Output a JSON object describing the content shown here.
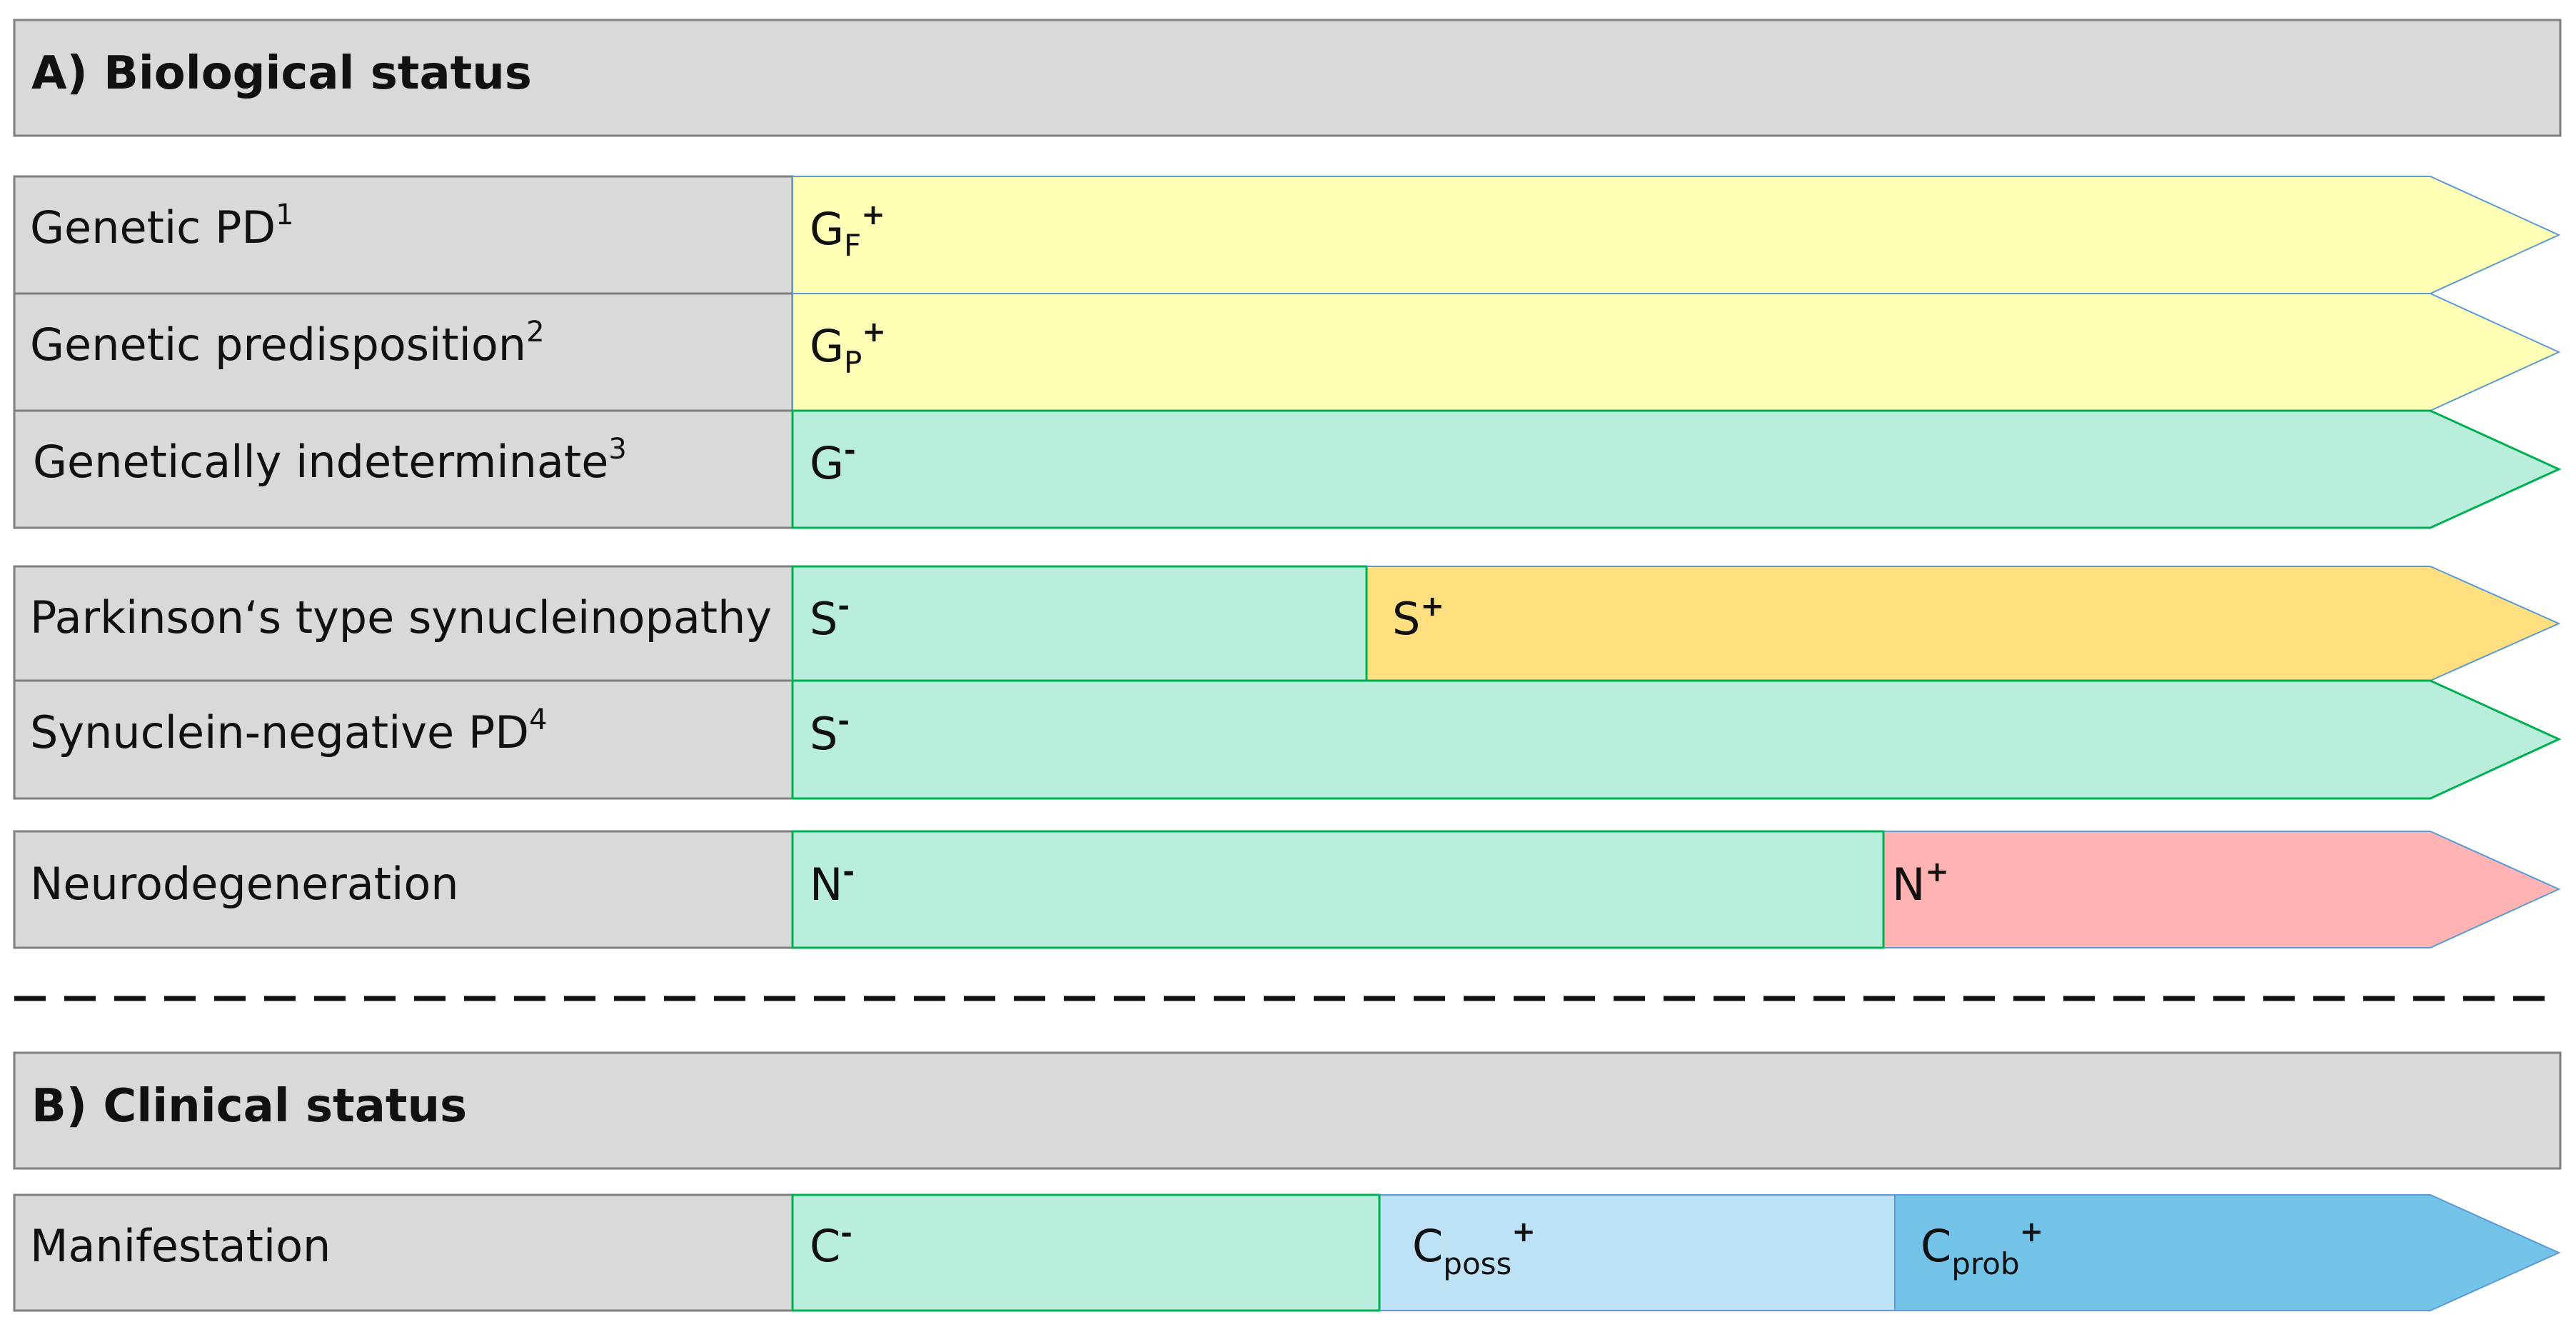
{
  "sections": {
    "a_title": "A) Biological status",
    "b_title": "B) Clinical status"
  },
  "rows": {
    "genetic_pd": {
      "label": "Genetic PD",
      "label_sup": "1",
      "segments": [
        {
          "base": "G",
          "sub": "F",
          "sup": "+",
          "color": "#ffffb5"
        }
      ]
    },
    "genetic_predisposition": {
      "label": "Genetic predisposition",
      "label_sup": "2",
      "segments": [
        {
          "base": "G",
          "sub": "P",
          "sup": "+",
          "color": "#ffffb5"
        }
      ]
    },
    "genetically_indeterminate": {
      "label": "Genetically indeterminate",
      "label_sup": "3",
      "segments": [
        {
          "base": "G",
          "sup": "-",
          "color": "#b8eedb"
        }
      ]
    },
    "parkinsons_synucleinopathy": {
      "label": "Parkinson‘s type synucleinopathy",
      "segments": [
        {
          "base": "S",
          "sup": "-",
          "color": "#b8eedb"
        },
        {
          "base": "S",
          "sup": "+",
          "color": "#ffdf80"
        }
      ]
    },
    "synuclein_negative_pd": {
      "label": "Synuclein-negative PD",
      "label_sup": "4",
      "segments": [
        {
          "base": "S",
          "sup": "-",
          "color": "#b8eedb"
        }
      ]
    },
    "neurodegeneration": {
      "label": "Neurodegeneration",
      "segments": [
        {
          "base": "N",
          "sup": "-",
          "color": "#b8eedb"
        },
        {
          "base": "N",
          "sup": "+",
          "color": "#ffb3b3"
        }
      ]
    },
    "manifestation": {
      "label": "Manifestation",
      "segments": [
        {
          "base": "C",
          "sup": "-",
          "color": "#b8eedb"
        },
        {
          "base": "C",
          "sub": "poss",
          "sup": "+",
          "color": "#bde2f5"
        },
        {
          "base": "C",
          "sub": "prob",
          "sup": "+",
          "color": "#74c3e8"
        }
      ]
    }
  },
  "colors": {
    "label_bg": "#d9d9d9",
    "label_border": "#7f7f7f",
    "green_edge": "#00b050",
    "blue_edge": "#5b9bd5"
  }
}
